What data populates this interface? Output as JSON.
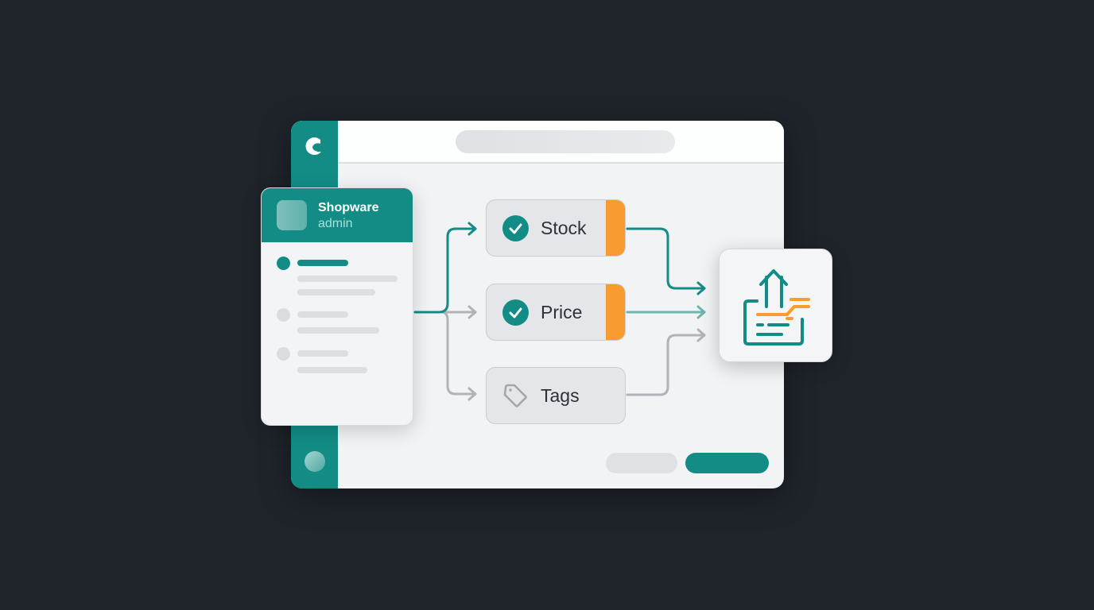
{
  "app": {
    "name": "Shopware",
    "subtitle": "admin"
  },
  "sidebar": {
    "logo_icon": "shopware-logo-icon",
    "bottom_icon": "user-avatar-icon",
    "color": "#128c85"
  },
  "panel": {
    "title": "Shopware",
    "subtitle": "admin",
    "items": [
      {
        "state": "active"
      },
      {
        "state": "inactive"
      },
      {
        "state": "inactive"
      }
    ]
  },
  "nodes": [
    {
      "label": "Stock",
      "icon": "check-circle-icon",
      "status": "synced",
      "accent": "#f89c32"
    },
    {
      "label": "Price",
      "icon": "check-circle-icon",
      "status": "synced",
      "accent": "#f89c32"
    },
    {
      "label": "Tags",
      "icon": "tag-icon",
      "status": "pending"
    }
  ],
  "target": {
    "icon": "export-upload-icon"
  },
  "colors": {
    "background": "#1f242b",
    "primary": "#128c85",
    "accent": "#f89c32",
    "inactive": "#aeb2b6"
  }
}
